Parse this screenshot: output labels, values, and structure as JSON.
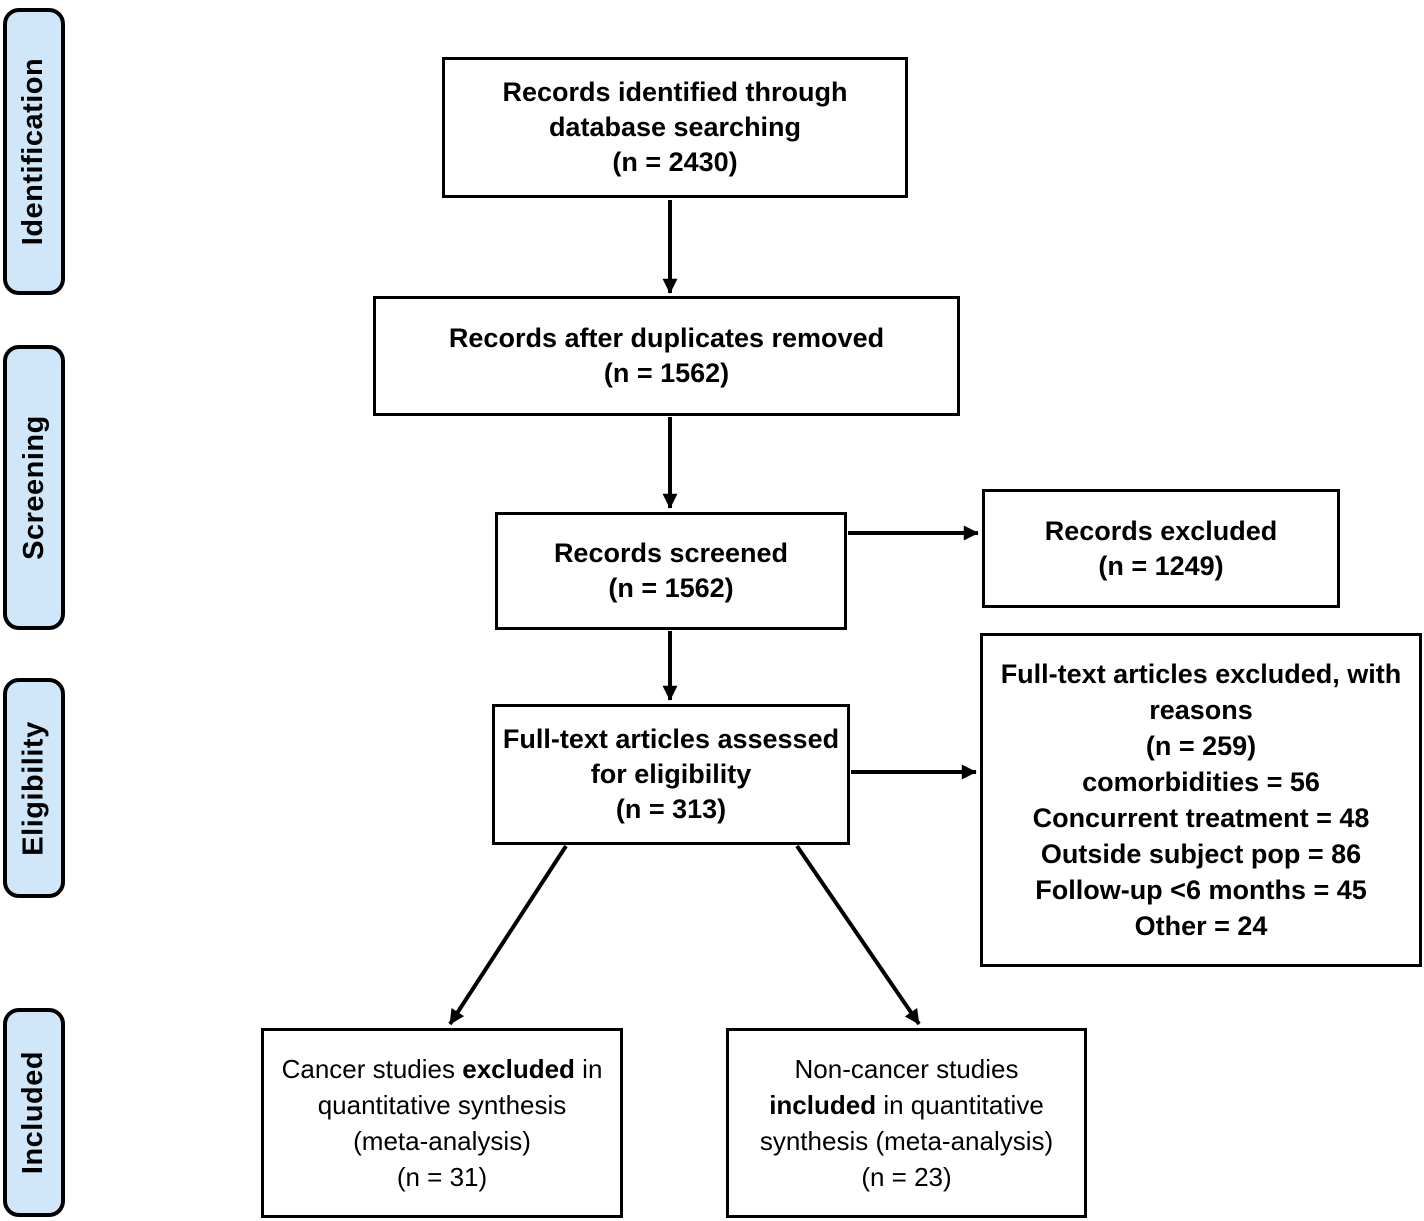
{
  "stages": [
    {
      "label": "Identification"
    },
    {
      "label": "Screening"
    },
    {
      "label": "Eligibility"
    },
    {
      "label": "Included"
    }
  ],
  "boxes": {
    "identified": {
      "lines": [
        "Records identified through",
        "database searching",
        "(n = 2430)"
      ]
    },
    "duplicates_removed": {
      "lines": [
        "Records after duplicates removed",
        "(n = 1562)"
      ]
    },
    "screened": {
      "lines": [
        "Records screened",
        "(n = 1562)"
      ]
    },
    "records_excluded": {
      "lines": [
        "Records excluded",
        "(n = 1249)"
      ]
    },
    "fulltext_assessed": {
      "lines": [
        "Full-text articles assessed",
        "for eligibility",
        "(n = 313)"
      ]
    },
    "fulltext_excluded": {
      "lines": [
        "Full-text articles excluded, with",
        "reasons",
        "(n = 259)",
        "comorbidities = 56",
        "Concurrent treatment = 48",
        "Outside subject pop = 86",
        "Follow-up <6 months = 45",
        "Other = 24"
      ]
    },
    "cancer_excluded": {
      "l1_pre": "Cancer studies ",
      "l1_bold": "excluded",
      "l1_post": " in",
      "l2": "quantitative synthesis",
      "l3": "(meta-analysis)",
      "l4": "(n = 31)"
    },
    "noncancer_included": {
      "l1": "Non-cancer studies",
      "l2_bold": "included",
      "l2_post": " in quantitative",
      "l3": "synthesis (meta-analysis)",
      "l4": "(n = 23)"
    }
  },
  "colors": {
    "stage_fill": "#cfe7f8",
    "box_border": "#000000",
    "background": "#ffffff",
    "text": "#000000"
  }
}
